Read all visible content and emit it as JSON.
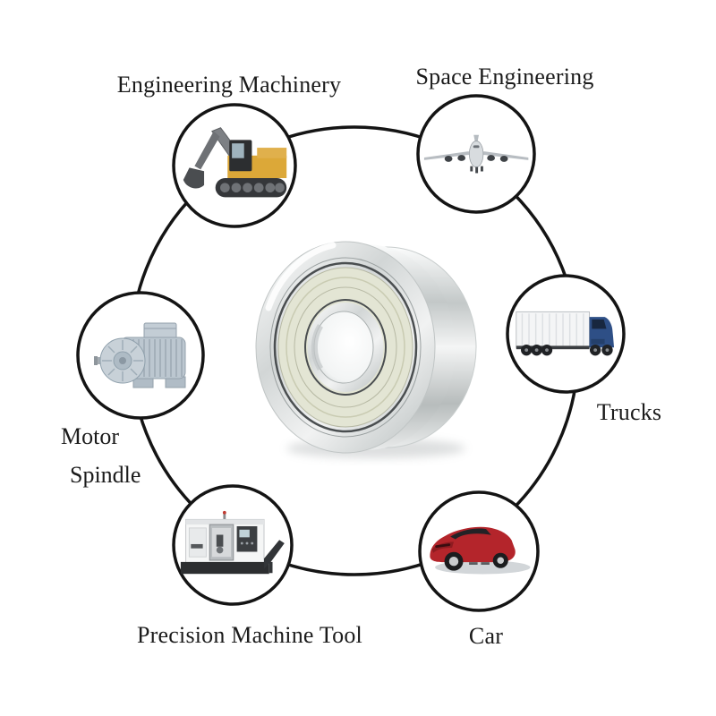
{
  "diagram": {
    "center": {
      "name": "ball-bearing-image"
    },
    "applications": [
      {
        "label": "Engineering Machinery",
        "icon": "excavator-icon"
      },
      {
        "label": "Space Engineering",
        "icon": "airplane-icon"
      },
      {
        "label": "Trucks",
        "icon": "truck-icon"
      },
      {
        "label": "Car",
        "icon": "car-icon"
      },
      {
        "label": "Precision Machine Tool",
        "icon": "machine-tool-icon"
      },
      {
        "label_line1": "Motor",
        "label_line2": "Spindle",
        "icon": "motor-icon"
      }
    ],
    "colors": {
      "background": "#ffffff",
      "line": "#141414",
      "text": "#1b1b1b",
      "excavator_yellow": "#dca838",
      "truck_cab_blue": "#2e4f86",
      "car_red": "#b4252b",
      "motor_steel": "#bcc7d0",
      "bearing_shield": "#e3e5d4"
    }
  }
}
